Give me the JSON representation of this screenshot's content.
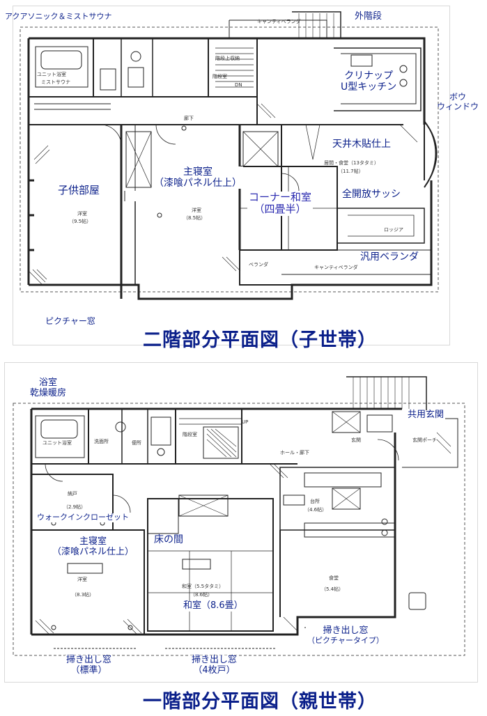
{
  "upper": {
    "title": "二階部分平面図（子世帯）",
    "labels": {
      "sauna": "アクアソニック＆ミストサウナ",
      "ext_stairs": "外階段",
      "kitchen1": "クリナップ",
      "kitchen2": "U型キッチン",
      "bow1": "ボウ",
      "bow2": "ウィンドウ",
      "ceiling": "天井木貼仕上",
      "master1": "主寝室",
      "master2": "（漆喰パネル仕上）",
      "corner1": "コーナー和室",
      "corner2": "（四畳半）",
      "open_sash": "全開放サッシ",
      "child": "子供部屋",
      "veranda": "汎用ベランダ",
      "picture": "ピクチャー窓"
    },
    "fine": {
      "unit_bath": "ユニット浴室",
      "mist": "ミストサウナ",
      "dn": "DN",
      "stair_storage": "階段上収納",
      "stair_room": "階段室",
      "corridor": "廊下",
      "living": "居間・食堂（13タタミ）",
      "living_size": "（11.7帖）",
      "child_room": "洋室",
      "child_size": "（9.5帖）",
      "master_room": "洋室",
      "master_size": "（8.5帖）",
      "loggia": "ロッジア",
      "veranda_small": "ベランダ",
      "cantilever": "キャンティベランダ",
      "cantilever_top": "キャンティベランダ"
    }
  },
  "lower": {
    "title": "一階部分平面図（親世帯）",
    "labels": {
      "bath1": "浴室",
      "bath2": "乾燥暖房",
      "shared_entry": "共用玄関",
      "wic": "ウォークインクローゼット",
      "master1": "主寝室",
      "master2": "（漆喰パネル仕上）",
      "tokonoma": "床の間",
      "washitsu": "和室（8.6畳）",
      "sweep1a": "掃き出し窓",
      "sweep1b": "（標準）",
      "sweep2a": "掃き出し窓",
      "sweep2b": "（4枚戸）",
      "sweep3a": "掃き出し窓",
      "sweep3b": "（ピクチャータイプ）"
    },
    "fine": {
      "unit_bath": "ユニット浴室",
      "washroom": "洗面所",
      "toilet": "便所",
      "stair_room": "階段室",
      "hall": "ホール・廊下",
      "entrance": "玄関",
      "porch": "玄関ポーチ",
      "storage": "納戸",
      "storage_size": "（2.9帖）",
      "kitchen": "台所",
      "kitchen_size": "（4.6帖）",
      "master_room": "洋室",
      "master_size": "（8.3帖）",
      "washitsu_room": "和室（5.5タタミ）",
      "washitsu_size": "（8.6帖）",
      "dining": "食堂",
      "dining_size": "（5.4帖）",
      "up": "UP"
    }
  }
}
